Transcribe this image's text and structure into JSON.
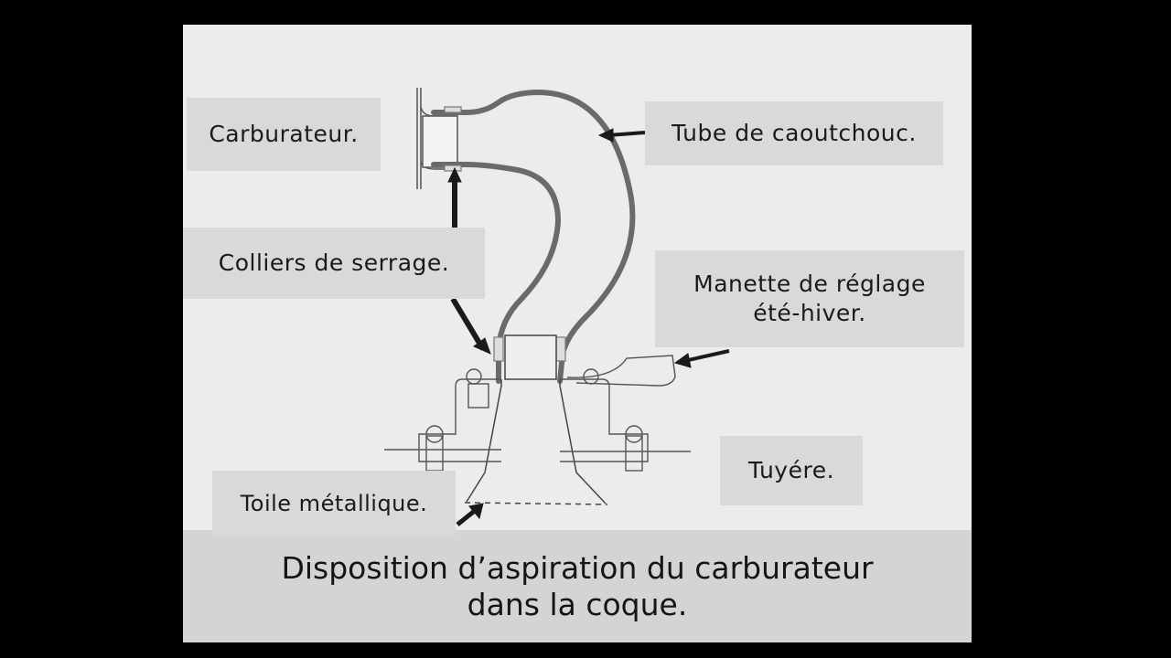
{
  "diagram": {
    "labels": {
      "carburateur": "Carburateur.",
      "tube": "Tube de caoutchouc.",
      "colliers": "Colliers de serrage.",
      "manette_line1": "Manette de réglage",
      "manette_line2": "été-hiver.",
      "tuyere": "Tuyére.",
      "toile": "Toile métallique."
    },
    "caption": {
      "line1": "Disposition d’aspiration du carburateur",
      "line2": "dans la coque."
    },
    "colors": {
      "background": "#000000",
      "slide": "#ececec",
      "label_box": "#d9d9d9",
      "caption_band": "#d4d4d4",
      "hose": "#6a6a6a",
      "ink": "#1a1a1a"
    }
  }
}
